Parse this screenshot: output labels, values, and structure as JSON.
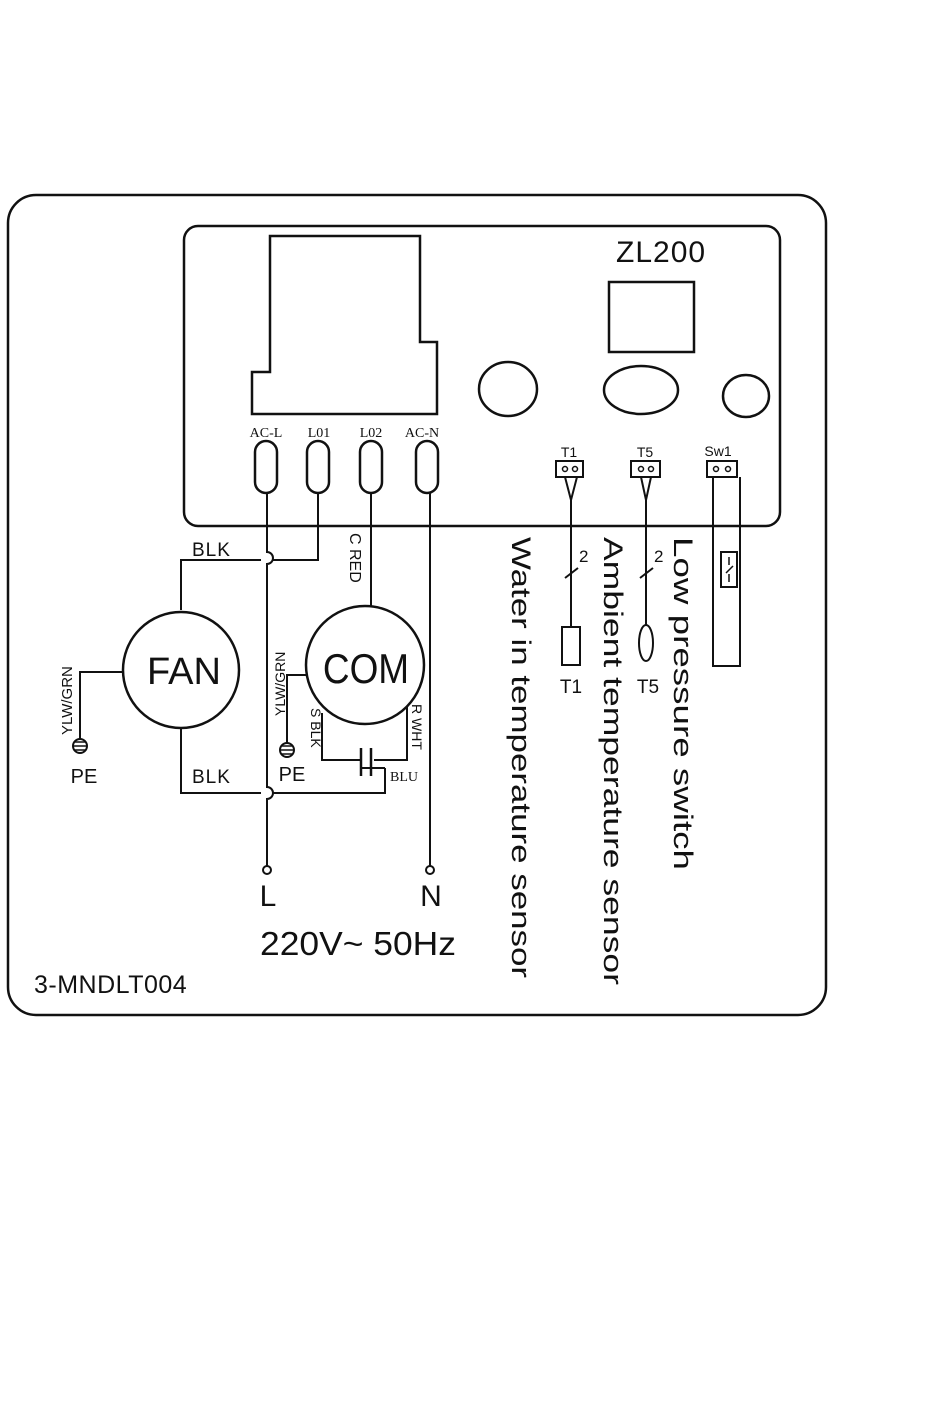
{
  "board": {
    "model": "ZL200"
  },
  "terminals": [
    {
      "name": "AC-L"
    },
    {
      "name": "L01"
    },
    {
      "name": "L02"
    },
    {
      "name": "AC-N"
    }
  ],
  "connectors": [
    {
      "name": "T1"
    },
    {
      "name": "T5"
    },
    {
      "name": "Sw1"
    }
  ],
  "wires": {
    "blk_top": "BLK",
    "blk_bottom": "BLK",
    "c_red": "C RED",
    "ylw_grn_fan": "YLW/GRN",
    "ylw_grn_com": "YLW/GRN",
    "s_blk": "S BLK",
    "r_wht": "R WHT",
    "blu": "BLU"
  },
  "components": {
    "fan": "FAN",
    "com": "COM",
    "pe_fan": "PE",
    "pe_com": "PE"
  },
  "sensors": {
    "t1_count": "2",
    "t5_count": "2",
    "t1_label": "T1",
    "t5_label": "T5"
  },
  "legend": {
    "water": "Water in temperature sensor",
    "ambient": "Ambient temperature sensor",
    "low_pressure": "Low pressure switch"
  },
  "supply": {
    "line": "L",
    "neutral": "N",
    "voltage": "220V~ 50Hz"
  },
  "diagram_code": "3-MNDLT004"
}
